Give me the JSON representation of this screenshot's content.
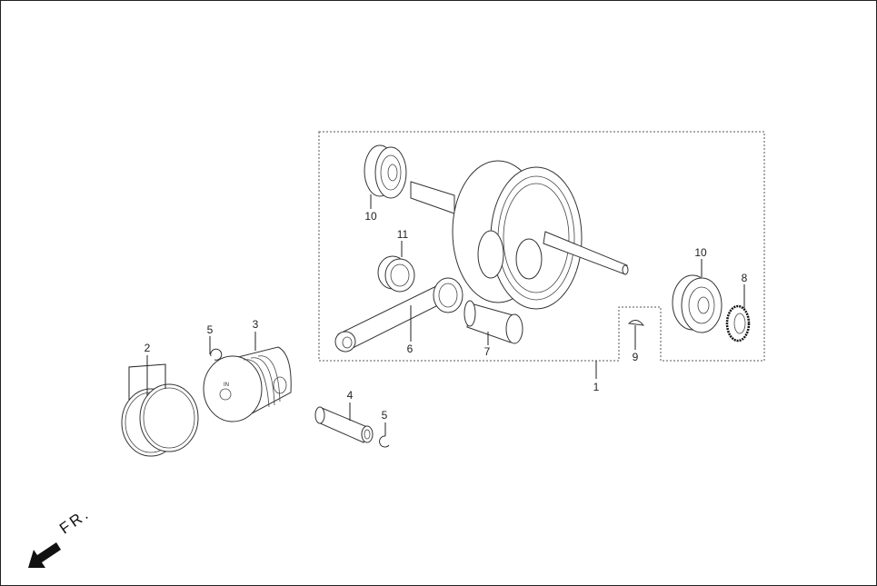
{
  "diagram": {
    "type": "exploded-parts-diagram",
    "subject": "crankshaft / piston assembly",
    "direction_indicator": {
      "label": "FR.",
      "icon": "arrow-down-left-icon"
    },
    "callouts": [
      {
        "id": "c1",
        "label": "1",
        "part": "crankshaft assembly"
      },
      {
        "id": "c2",
        "label": "2",
        "part": "piston ring set"
      },
      {
        "id": "c3",
        "label": "3",
        "part": "piston"
      },
      {
        "id": "c4",
        "label": "4",
        "part": "piston pin"
      },
      {
        "id": "c5a",
        "label": "5",
        "part": "piston pin clip"
      },
      {
        "id": "c5b",
        "label": "5",
        "part": "piston pin clip"
      },
      {
        "id": "c6",
        "label": "6",
        "part": "connecting rod"
      },
      {
        "id": "c7",
        "label": "7",
        "part": "crank pin"
      },
      {
        "id": "c8",
        "label": "8",
        "part": "oil seal / gear"
      },
      {
        "id": "c9",
        "label": "9",
        "part": "woodruff key"
      },
      {
        "id": "c10a",
        "label": "10",
        "part": "ball bearing"
      },
      {
        "id": "c10b",
        "label": "10",
        "part": "ball bearing"
      },
      {
        "id": "c11",
        "label": "11",
        "part": "needle bearing"
      }
    ],
    "piston_marking": "IN"
  }
}
